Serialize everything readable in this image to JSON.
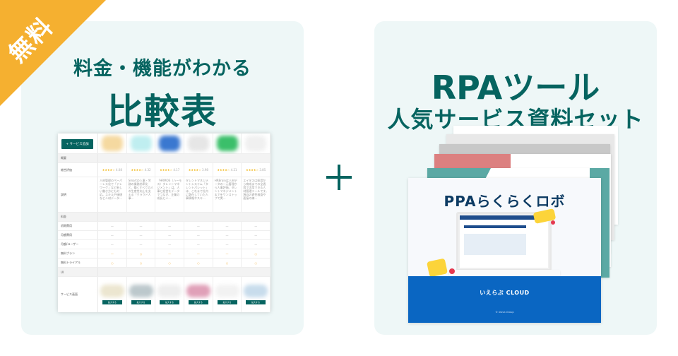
{
  "badge": {
    "label": "無料",
    "color": "#f5b030"
  },
  "left_card": {
    "subtitle": "料金・機能がわかる",
    "title": "比較表",
    "table": {
      "add_button": "+ サービス追加",
      "sections": [
        "概要",
        "料金",
        "UI"
      ],
      "rows": [
        {
          "label": "総合評価",
          "values": [
            "4.08",
            "4.32",
            "4.17",
            "3.98",
            "4.21",
            "3.85"
          ]
        },
        {
          "label": "説明",
          "values": [
            "人材管理のペーパーレス化で「テレワーク」など新しい働き方にも対応。スキルや価値など人材データ…",
            "Smartの人事・労務の業務効率化と、働くすべての人の生産性向上を支える「クラウド人事…",
            "「HRMOS（ハーモス）タレントマネジメント」は、人事と経営をデータでつなぎ、企業の成長と人…",
            "タレントマネジメントシステム「タレントパレット」は、これまで社内に散在していた人事情報やスキ…",
            "HRBrainは人材データの一元管理から人事評価、タレントマネジメントまでをワンストップで実…",
            "エイダスは採用から育成までの全過程で活用できる人材管理ツールです。独自の適性検査や面接の練…"
          ]
        },
        {
          "label": "初期費用",
          "values": [
            "—",
            "—",
            "—",
            "—",
            "—",
            "—"
          ]
        },
        {
          "label": "月額費用",
          "values": [
            "—",
            "—",
            "—",
            "—",
            "—",
            "—"
          ]
        },
        {
          "label": "月額/ユーザー",
          "values": [
            "—",
            "—",
            "—",
            "—",
            "—",
            "—"
          ]
        },
        {
          "label": "無料プラン",
          "values": [
            "—",
            "○",
            "—",
            "—",
            "—",
            "○"
          ]
        },
        {
          "label": "無料トライアル",
          "values": [
            "○",
            "○",
            "○",
            "○",
            "○",
            "○"
          ]
        },
        {
          "label": "サービス画面",
          "values": [
            "",
            "",
            "",
            "",
            "",
            ""
          ]
        }
      ],
      "zoom_button": "拡大する",
      "logo_colors": [
        "#f5d9a0",
        "#bfeef0",
        "#3a78d0",
        "#e6e6e6",
        "#3bbf6a",
        "#f0f0f0"
      ]
    }
  },
  "plus_sign": "+",
  "right_card": {
    "title": "RPAツール",
    "subtitle": "人気サービス資料セット",
    "cover": {
      "title": "PPAらくらくロボ",
      "logo": "いえらぶ CLOUD",
      "copyright": "© ieove-Group",
      "band_color": "#0a66c2"
    },
    "stacked_doc_colors": [
      "#ffffff",
      "#e4e4e4",
      "#c8c8c8",
      "#dc8080",
      "#5ba9a4"
    ]
  }
}
